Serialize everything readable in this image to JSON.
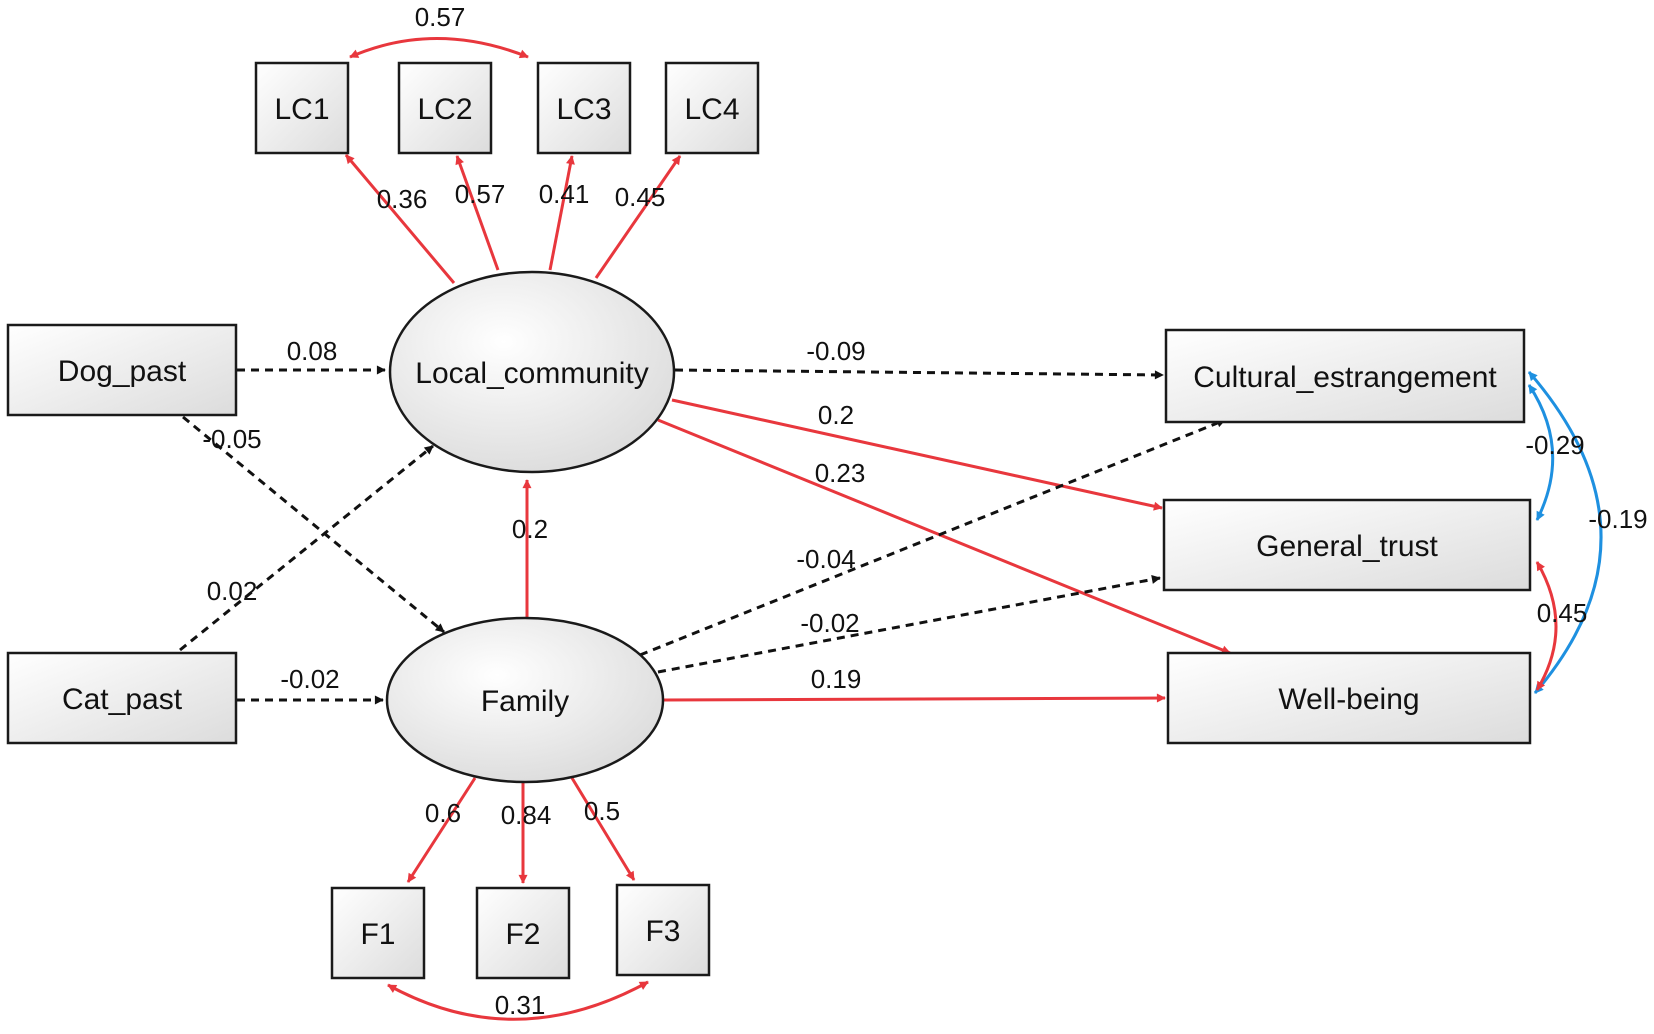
{
  "nodes": {
    "lc1": "LC1",
    "lc2": "LC2",
    "lc3": "LC3",
    "lc4": "LC4",
    "dog_past": "Dog_past",
    "cat_past": "Cat_past",
    "local_community": "Local_community",
    "family": "Family",
    "cultural_estrangement": "Cultural_estrangement",
    "general_trust": "General_trust",
    "well_being": "Well-being",
    "f1": "F1",
    "f2": "F2",
    "f3": "F3"
  },
  "edges": {
    "lc1_lc3_cov": "0.57",
    "local_lc1": "0.36",
    "local_lc2": "0.57",
    "local_lc3": "0.41",
    "local_lc4": "0.45",
    "dog_local": "0.08",
    "dog_family": "-0.05",
    "cat_local": "0.02",
    "cat_family": "-0.02",
    "local_cultural": "-0.09",
    "local_trust": "0.2",
    "local_wellbeing": "0.23",
    "family_local": "0.2",
    "family_cultural": "-0.04",
    "family_trust": "-0.02",
    "family_wellbeing": "0.19",
    "cultural_trust_cov": "-0.29",
    "cultural_wellbeing_cov": "-0.19",
    "trust_wellbeing_cov": "0.45",
    "family_f1": "0.6",
    "family_f2": "0.84",
    "family_f3": "0.5",
    "f1_f3_cov": "0.31"
  },
  "colors": {
    "significant_path": "#e8373d",
    "nonsignificant_path": "#111111",
    "negative_covariance": "#1e90e0"
  }
}
